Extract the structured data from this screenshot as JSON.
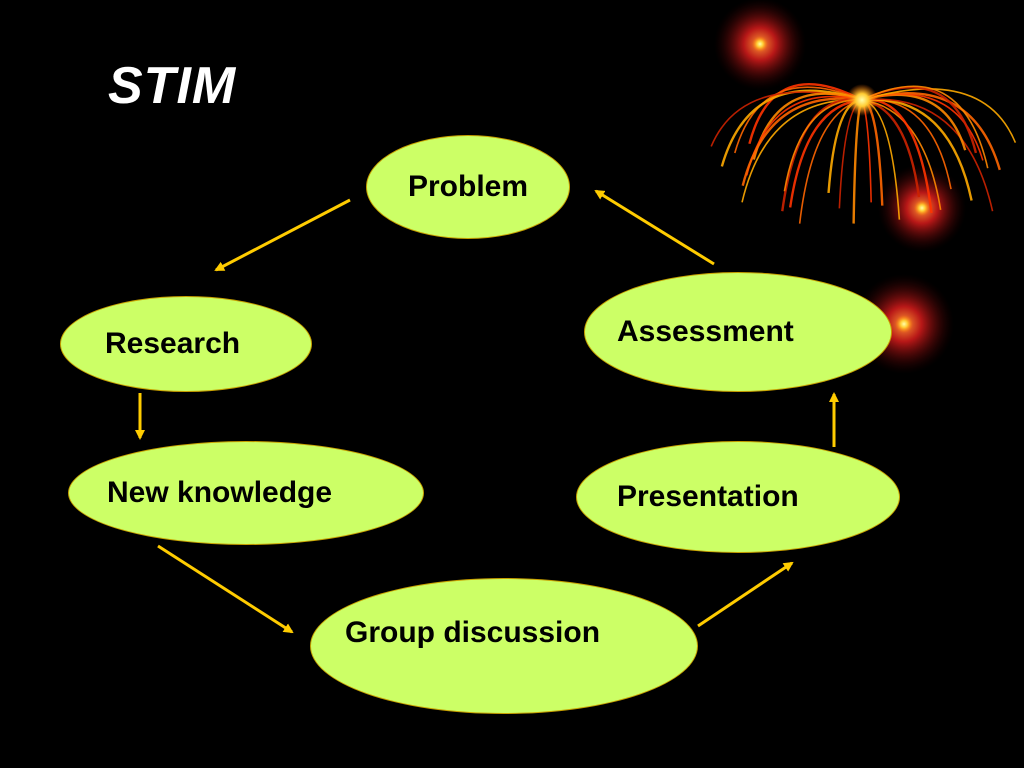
{
  "slide": {
    "title": "STIM"
  },
  "diagram": {
    "type": "cycle",
    "nodes": [
      {
        "id": "problem",
        "label": "Problem"
      },
      {
        "id": "research",
        "label": "Research"
      },
      {
        "id": "new_knowledge",
        "label": "New knowledge"
      },
      {
        "id": "group_discussion",
        "label": "Group discussion"
      },
      {
        "id": "presentation",
        "label": "Presentation"
      },
      {
        "id": "assessment",
        "label": "Assessment"
      }
    ],
    "edges": [
      {
        "from": "problem",
        "to": "research"
      },
      {
        "from": "research",
        "to": "new_knowledge"
      },
      {
        "from": "new_knowledge",
        "to": "group_discussion"
      },
      {
        "from": "group_discussion",
        "to": "presentation"
      },
      {
        "from": "presentation",
        "to": "assessment"
      },
      {
        "from": "assessment",
        "to": "problem"
      }
    ]
  },
  "colors": {
    "background": "#000000",
    "node_fill": "#ccff66",
    "node_border": "#c8a000",
    "arrow": "#ffcc00",
    "title": "#ffffff",
    "decoration": "#ff3300"
  }
}
